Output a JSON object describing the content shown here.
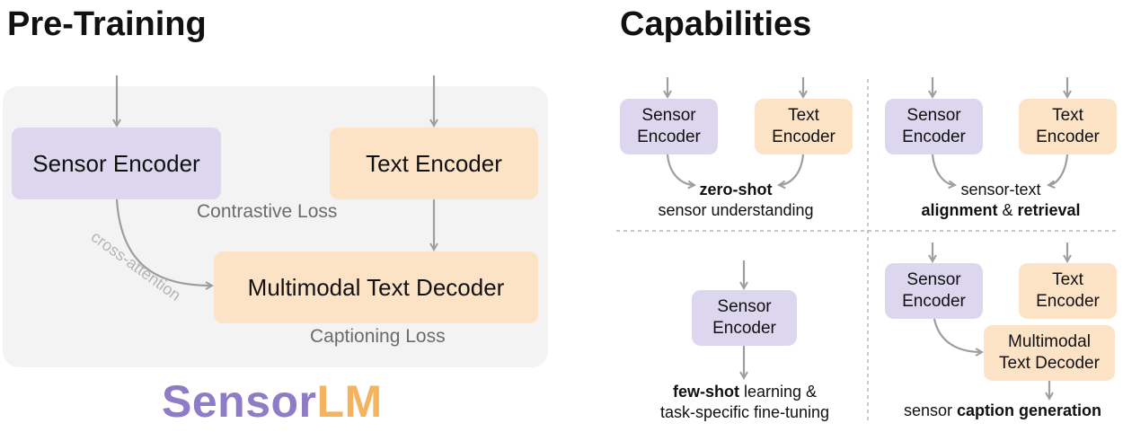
{
  "pretraining": {
    "title": "Pre-Training",
    "sensor_encoder": "Sensor Encoder",
    "text_encoder": "Text Encoder",
    "decoder": "Multimodal Text Decoder",
    "contrastive_loss": "Contrastive Loss",
    "captioning_loss": "Captioning Loss",
    "cross_attention": "cross-attention"
  },
  "brand": {
    "part1": "Sensor",
    "part2": "LM",
    "color1": "#8f7cc6",
    "color2": "#f5b35f"
  },
  "capabilities": {
    "title": "Capabilities",
    "q1": {
      "sensor_line1": "Sensor",
      "sensor_line2": "Encoder",
      "text_line1": "Text",
      "text_line2": "Encoder",
      "caption_bold": "zero-shot",
      "caption_line2": "sensor understanding"
    },
    "q2": {
      "sensor_line1": "Sensor",
      "sensor_line2": "Encoder",
      "text_line1": "Text",
      "text_line2": "Encoder",
      "caption_line1": "sensor-text",
      "caption_bold1": "alignment",
      "caption_amp": " & ",
      "caption_bold2": "retrieval"
    },
    "q3": {
      "sensor_line1": "Sensor",
      "sensor_line2": "Encoder",
      "caption_bold": "few-shot",
      "caption_rest": " learning &",
      "caption_line2": "task-specific fine-tuning"
    },
    "q4": {
      "sensor_line1": "Sensor",
      "sensor_line2": "Encoder",
      "text_line1": "Text",
      "text_line2": "Encoder",
      "decoder_line1": "Multimodal",
      "decoder_line2": "Text Decoder",
      "caption_plain": "sensor ",
      "caption_bold": "caption generation"
    }
  }
}
